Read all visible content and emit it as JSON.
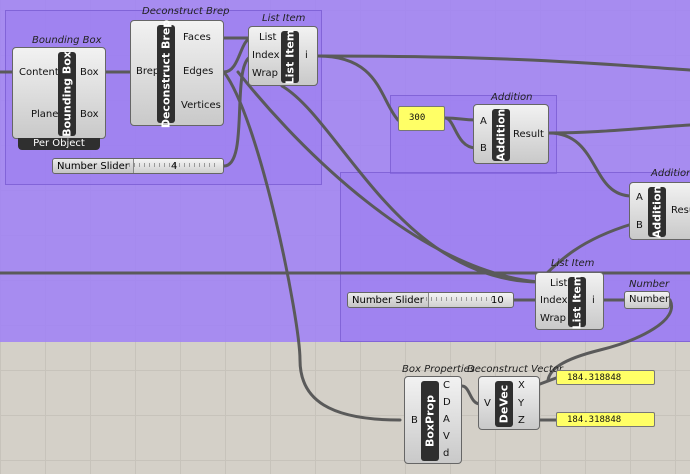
{
  "components": {
    "bounding_box": {
      "title": "Bounding Box",
      "name": "Bounding Box",
      "in1": "Content",
      "in2": "Plane",
      "out1": "Box",
      "out2": "Box",
      "footer": "Per Object"
    },
    "deconstruct_brep": {
      "title": "Deconstruct Brep",
      "name": "Deconstruct Brep",
      "in1": "Brep",
      "out1": "Faces",
      "out2": "Edges",
      "out3": "Vertices"
    },
    "list_item_1": {
      "title": "List Item",
      "name": "List Item",
      "in1": "List",
      "in2": "Index",
      "in3": "Wrap",
      "out1": "i"
    },
    "slider_1": {
      "label": "Number Slider",
      "value": "4"
    },
    "panel_300": {
      "value": "300"
    },
    "addition_1": {
      "title": "Addition",
      "name": "Addition",
      "in1": "A",
      "in2": "B",
      "out1": "Result"
    },
    "addition_2": {
      "title": "Addition",
      "name": "Addition",
      "in1": "A",
      "in2": "B",
      "out1": "Resu"
    },
    "list_item_2": {
      "title": "List Item",
      "name": "List Item",
      "in1": "List",
      "in2": "Index",
      "in3": "Wrap",
      "out1": "i"
    },
    "slider_2": {
      "label": "Number Slider",
      "value": "10"
    },
    "number": {
      "title": "Number",
      "name": "Number"
    },
    "box_properties": {
      "title": "Box Properties",
      "name": "BoxProp",
      "in1": "B",
      "out1": "C",
      "out2": "D",
      "out3": "A",
      "out4": "V",
      "out5": "d"
    },
    "deconstruct_vector": {
      "title": "Deconstruct Vector",
      "name": "DeVec",
      "in1": "V",
      "out1": "X",
      "out2": "Y",
      "out3": "Z"
    },
    "panel_x": {
      "value": "184.318848"
    },
    "panel_z": {
      "value": "184.318848"
    }
  },
  "colors": {
    "canvas": "#d4d0c8",
    "group": "#a082f5",
    "panel": "#ffff66",
    "wire": "#555555"
  }
}
